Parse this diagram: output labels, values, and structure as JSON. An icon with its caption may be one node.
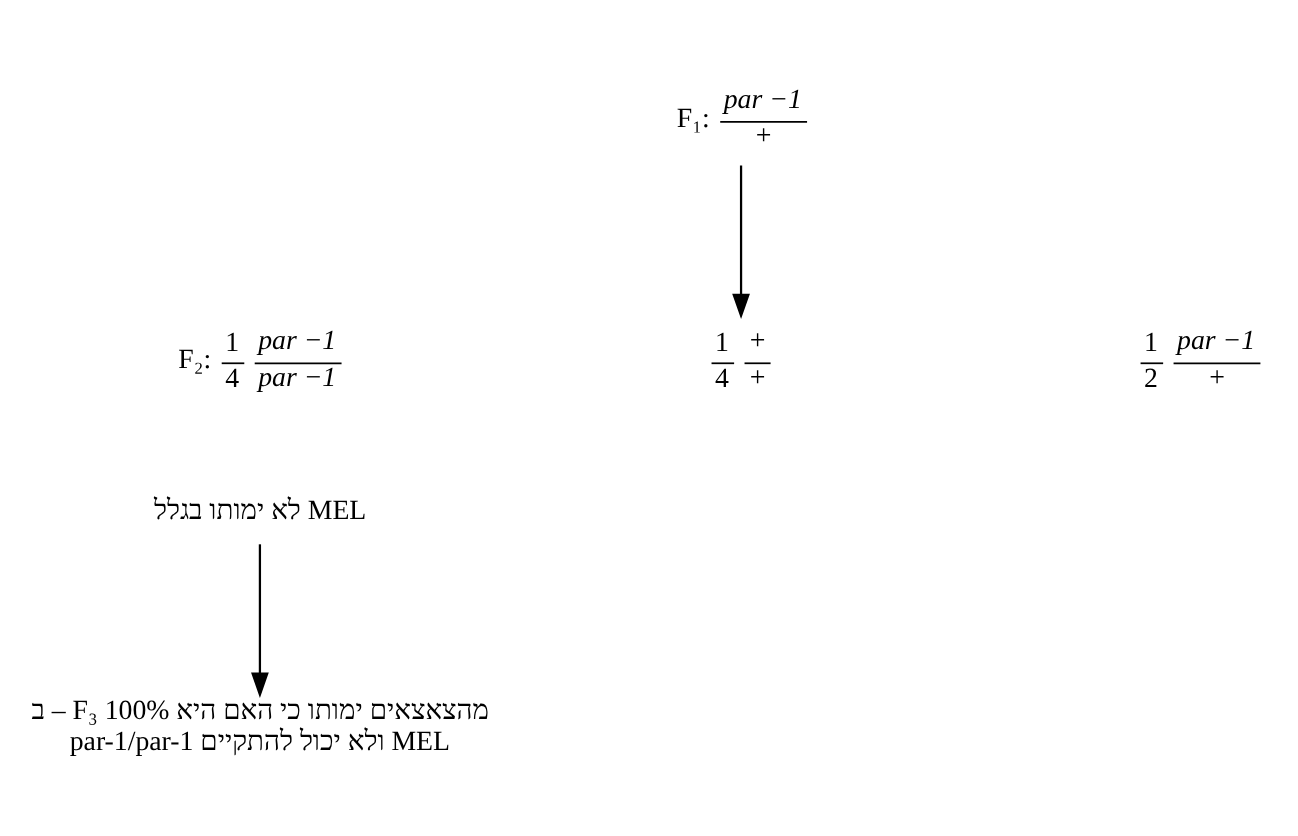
{
  "diagram": {
    "nodes": [
      {
        "text": [
          "F₁:",
          "par −1",
          "+"
        ]
      },
      {
        "text": [
          "F₂:",
          "1",
          "4",
          "par −1",
          "par −1"
        ]
      },
      {
        "text": [
          "1",
          "4",
          "+",
          "+"
        ]
      },
      {
        "text": [
          "1",
          "2",
          "par −1",
          "+"
        ]
      },
      {
        "text": [
          "לא ימותו בגלל MEL"
        ]
      },
      {
        "text": [
          "ב – F₃ 100% מהצאצאים ימותו כי האם היא par-1/par-1 ולא יכול להתקיים MEL"
        ]
      }
    ],
    "edges": [
      {
        "from": 0,
        "to": 2,
        "arrow": "to"
      },
      {
        "from": 4,
        "to": 5,
        "arrow": "to"
      }
    ]
  }
}
